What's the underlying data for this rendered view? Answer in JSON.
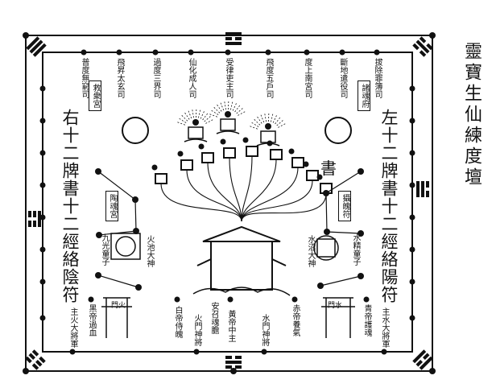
{
  "title": "靈寶生仙練度壇",
  "left_column": "右十二牌書十二經絡陰符",
  "right_column": "左十二牌書十二經絡陽符",
  "top_labels": [
    "普度無窮司",
    "飛昇太玄司",
    "過度三界司",
    "仙化成人司",
    "受律吏主司",
    "飛度五戶司",
    "度上南宮司",
    "斷地遣役司",
    "拔除罪簿司"
  ],
  "boxes": {
    "upper_left": "救衆宮",
    "upper_right": "諸魂府",
    "mid_left": "陶魂宮",
    "mid_right": "攝魄符"
  },
  "side_labels": {
    "fire_child": "九光童子",
    "fire_god": "火池大神",
    "water_god": "水沼大神",
    "water_child": "水精童子",
    "book": "書"
  },
  "bottom_labels": [
    "主火大將軍",
    "黑帝過血",
    "白帝侍魄",
    "火門神將",
    "安召魂膽",
    "黃帝中主",
    "水門神將",
    "赤帝養氣",
    "青帝護魂",
    "主水大將軍"
  ],
  "gates": {
    "fire": "火",
    "water": "水",
    "gate": "門"
  },
  "ink_color": "#111111"
}
